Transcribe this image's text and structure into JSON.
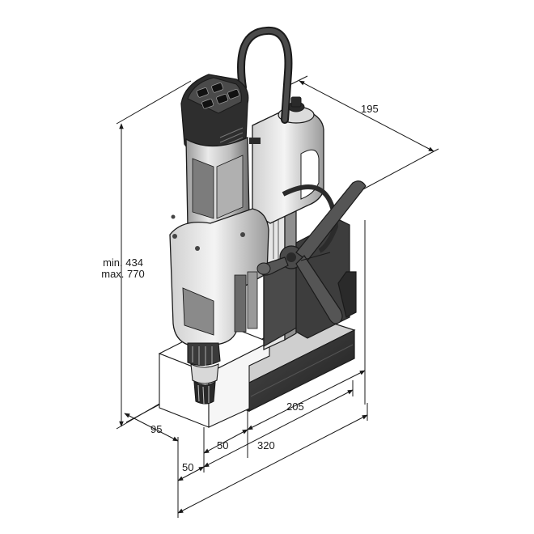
{
  "dimensions": {
    "height_min": "min. 434",
    "height_max": "max. 770",
    "depth_top": "195",
    "base_width": "205",
    "overall_length": "320",
    "offset_a": "50",
    "offset_b": "50",
    "front_width": "95"
  },
  "colors": {
    "line": "#1a1a1a",
    "dark_grey": "#3a3a3a",
    "mid_grey": "#8c8c8c",
    "light_grey": "#c9c9c9",
    "silver": "#e4e4e4",
    "black": "#151515",
    "white": "#ffffff"
  }
}
